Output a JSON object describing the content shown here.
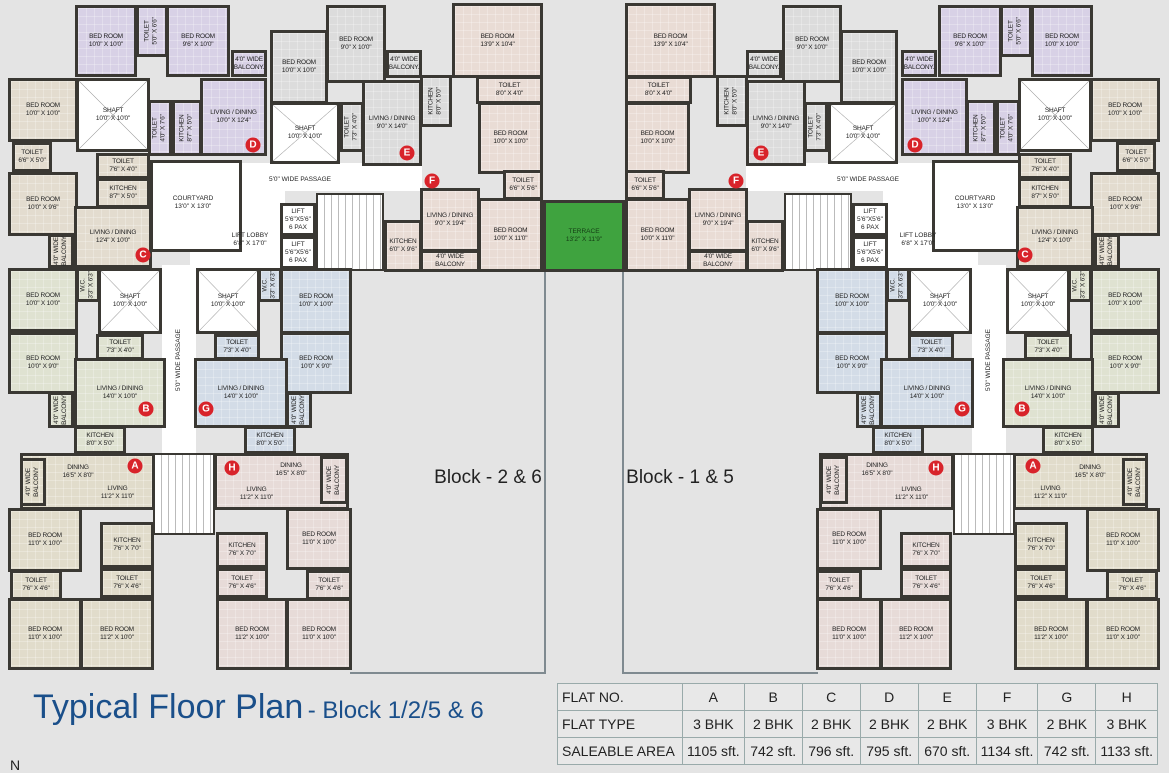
{
  "title": {
    "main": "Typical Floor Plan",
    "sub": "- Block 1/2/5 & 6"
  },
  "north_label": "N",
  "block_labels": {
    "left": "Block - 2 & 6",
    "right": "Block - 1 & 5"
  },
  "colors": {
    "A": "#e1dccb",
    "B": "#dfe2d1",
    "C": "#e3dccf",
    "D": "#d8d1e6",
    "E": "#dcdcdc",
    "F": "#e9dcd5",
    "G": "#d3dce7",
    "H": "#e7dbd8",
    "terrace": "#3fa33f",
    "wall": "#3a3833",
    "title": "#1a4f8a",
    "marker": "#d8232a"
  },
  "terrace": {
    "name": "TERRACE",
    "dims": "13'2\" X 11'9\""
  },
  "common": {
    "passage_h": "5'0\" WIDE PASSAGE",
    "passage_v": "5'0\" WIDE PASSAGE",
    "lift_lobby": "LIFT LOBBY",
    "lift_lobby_dims": "6'8\" X 17'0\"",
    "courtyard": {
      "name": "COURTYARD",
      "dims": "13'0\" X 13'0\""
    },
    "lift": {
      "name": "LIFT",
      "dims": "5'6\"X5'6\"",
      "cap": "6 PAX"
    }
  },
  "rooms": {
    "d_bed1": {
      "name": "BED ROOM",
      "dims": "10'0\" X 10'0\""
    },
    "d_toilet1": {
      "name": "TOILET",
      "dims": "5'0\" X 6'6\""
    },
    "d_bed2": {
      "name": "BED ROOM",
      "dims": "9'6\" X 10'0\""
    },
    "d_balcony": {
      "name": "4'0\" WIDE",
      "dims": "BALCONY."
    },
    "d_shaft": {
      "name": "SHAFT",
      "dims": "10'0\" X 10'0\""
    },
    "d_toilet2": {
      "name": "TOILET",
      "dims": "4'0\" X 7'6\""
    },
    "d_kitchen": {
      "name": "KITCHEN",
      "dims": "8'7\" X 5'0\""
    },
    "d_living": {
      "name": "LIVING / DINING",
      "dims": "10'0\" X 12'4\""
    },
    "c_bed1": {
      "name": "BED ROOM",
      "dims": "10'0\" X 10'0\""
    },
    "c_toilet1": {
      "name": "TOILET",
      "dims": "6'6\" X 5'0\""
    },
    "c_bed2": {
      "name": "BED ROOM",
      "dims": "10'0\" X 9'6\""
    },
    "c_toilet2": {
      "name": "TOILET",
      "dims": "7'6\" X 4'0\""
    },
    "c_kitchen": {
      "name": "KITCHEN",
      "dims": "8'7\" X 5'0\""
    },
    "c_living": {
      "name": "LIVING / DINING",
      "dims": "12'4\" X 10'0\""
    },
    "c_balcony": {
      "name": "4'0\" WIDE",
      "dims": "BALCONY"
    },
    "e_bed1": {
      "name": "BED ROOM",
      "dims": "10'0\" X 10'0\""
    },
    "e_bed2": {
      "name": "BED ROOM",
      "dims": "9'0\" X 10'0\""
    },
    "e_balcony": {
      "name": "4'0\" WIDE",
      "dims": "BALCONY."
    },
    "e_shaft": {
      "name": "SHAFT",
      "dims": "10'0\" X 10'0\""
    },
    "e_toilet": {
      "name": "TOILET",
      "dims": "7'3\" X 4'0\""
    },
    "e_living": {
      "name": "LIVING / DINING",
      "dims": "9'0\" X 14'0\""
    },
    "e_kitchen": {
      "name": "KITCHEN",
      "dims": "8'0\" X 5'0\""
    },
    "f_bed1": {
      "name": "BED ROOM",
      "dims": "13'9\" X 10'4\""
    },
    "f_toilet1": {
      "name": "TOILET",
      "dims": "8'0\" X 4'0\""
    },
    "f_bed2": {
      "name": "BED ROOM",
      "dims": "10'0\" X 10'0\""
    },
    "f_toilet2": {
      "name": "TOILET",
      "dims": "6'6\" X 5'6\""
    },
    "f_bed3": {
      "name": "BED ROOM",
      "dims": "10'0\" X 11'0\""
    },
    "f_living": {
      "name": "LIVING / DINING",
      "dims": "9'0\" X 19'4\""
    },
    "f_kitchen": {
      "name": "KITCHEN",
      "dims": "6'0\" X 9'6\""
    },
    "f_balcony": {
      "name": "4'0\" WIDE BALCONY",
      "dims": ""
    },
    "b_bed1": {
      "name": "BED ROOM",
      "dims": "10'0\" X 10'0\""
    },
    "b_wc": {
      "name": "W.C.",
      "dims": "3'3\" X 6'3\""
    },
    "b_shaft": {
      "name": "SHAFT",
      "dims": "10'0\" X 10'0\""
    },
    "b_bed2": {
      "name": "BED ROOM",
      "dims": "10'0\" X 9'0\""
    },
    "b_toilet": {
      "name": "TOILET",
      "dims": "7'3\" X 4'0\""
    },
    "b_living": {
      "name": "LIVING / DINING",
      "dims": "14'0\" X 10'0\""
    },
    "b_balcony": {
      "name": "4'0\" WIDE",
      "dims": "BALCONY"
    },
    "b_kitchen": {
      "name": "KITCHEN",
      "dims": "8'0\" X 5'0\""
    },
    "g_shaft": {
      "name": "SHAFT",
      "dims": "10'0\" X 10'0\""
    },
    "g_wc": {
      "name": "W.C.",
      "dims": "3'3\" X 6'3\""
    },
    "g_bed1": {
      "name": "BED ROOM",
      "dims": "10'0\" X 10'0\""
    },
    "g_toilet": {
      "name": "TOILET",
      "dims": "7'3\" X 4'0\""
    },
    "g_bed2": {
      "name": "BED ROOM",
      "dims": "10'0\" X 9'0\""
    },
    "g_living": {
      "name": "LIVING / DINING",
      "dims": "14'0\" X 10'0\""
    },
    "g_balcony": {
      "name": "4'0\" WIDE",
      "dims": "BALCONY"
    },
    "g_kitchen": {
      "name": "KITCHEN",
      "dims": "8'0\" X 5'0\""
    },
    "a_living": {
      "name": "LIVING",
      "dims": "11'2\" X 11'0\""
    },
    "a_dining": {
      "name": "DINING",
      "dims": "16'5\" X 8'0\""
    },
    "a_balcony": {
      "name": "4'0\" WIDE",
      "dims": "BALCONY"
    },
    "a_bed1": {
      "name": "BED ROOM",
      "dims": "11'0\" X 10'0\""
    },
    "a_kitchen": {
      "name": "KITCHEN",
      "dims": "7'6\" X 7'0\""
    },
    "a_toilet1": {
      "name": "TOILET",
      "dims": "7'6\" X 4'6\""
    },
    "a_toilet2": {
      "name": "TOILET",
      "dims": "7'6\" X 4'6\""
    },
    "a_bed2": {
      "name": "BED ROOM",
      "dims": "11'0\" X 10'0\""
    },
    "a_bed3": {
      "name": "BED ROOM",
      "dims": "11'2\" X 10'0\""
    },
    "h_living": {
      "name": "LIVING",
      "dims": "11'2\" X 11'0\""
    },
    "h_dining": {
      "name": "DINING",
      "dims": "16'5\" X 8'0\""
    },
    "h_balcony": {
      "name": "4'0\" WIDE",
      "dims": "BALCONY"
    },
    "h_bed1": {
      "name": "BED ROOM",
      "dims": "11'0\" X 10'0\""
    },
    "h_kitchen": {
      "name": "KITCHEN",
      "dims": "7'6\" X 7'0\""
    },
    "h_toilet1": {
      "name": "TOILET",
      "dims": "7'6\" X 4'6\""
    },
    "h_toilet2": {
      "name": "TOILET",
      "dims": "7'6\" X 4'6\""
    },
    "h_bed2": {
      "name": "BED ROOM",
      "dims": "11'2\" X 10'0\""
    },
    "h_bed3": {
      "name": "BED ROOM",
      "dims": "11'0\" X 10'0\""
    }
  },
  "flat_markers": [
    "A",
    "B",
    "C",
    "D",
    "E",
    "F",
    "G",
    "H"
  ],
  "table": {
    "headers": [
      "FLAT NO.",
      "FLAT TYPE",
      "SALEABLE AREA"
    ],
    "flats": [
      {
        "no": "A",
        "type": "3 BHK",
        "area": "1105 sft."
      },
      {
        "no": "B",
        "type": "2 BHK",
        "area": "742 sft."
      },
      {
        "no": "C",
        "type": "2 BHK",
        "area": "796 sft."
      },
      {
        "no": "D",
        "type": "2 BHK",
        "area": "795 sft."
      },
      {
        "no": "E",
        "type": "2 BHK",
        "area": "670 sft."
      },
      {
        "no": "F",
        "type": "3 BHK",
        "area": "1134 sft."
      },
      {
        "no": "G",
        "type": "2 BHK",
        "area": "742 sft."
      },
      {
        "no": "H",
        "type": "3 BHK",
        "area": "1133 sft."
      }
    ]
  }
}
